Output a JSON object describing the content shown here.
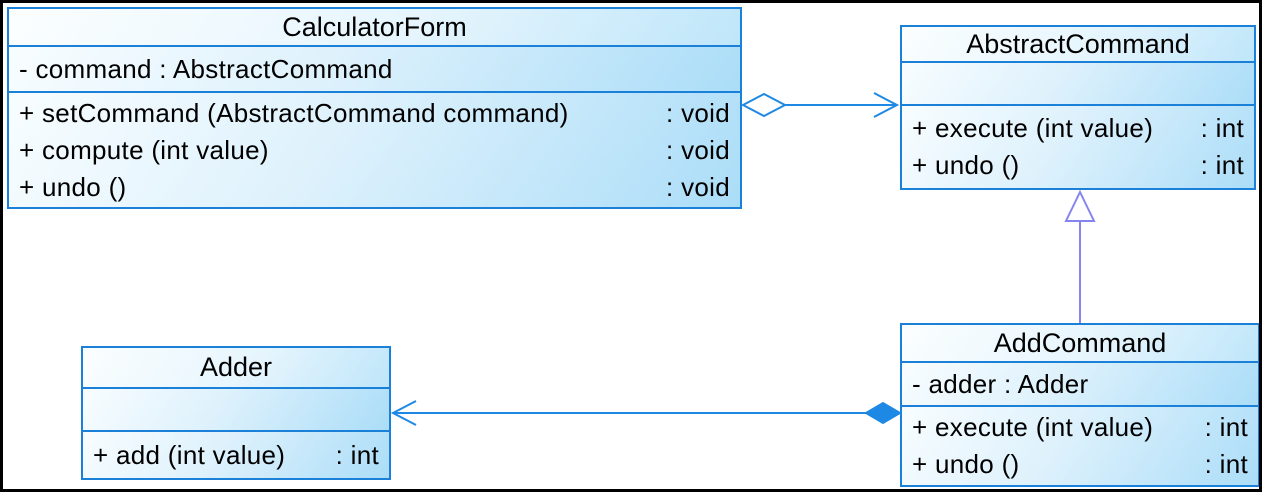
{
  "diagram": {
    "kind": "uml-class-diagram",
    "colors": {
      "box_border": "#1b80d8",
      "box_fill_light": "#f8fdff",
      "box_fill_dark": "#abddf8",
      "association_line": "#1e88e5",
      "generalization_line": "#8685f0",
      "frame": "#000000",
      "text": "#000000"
    }
  },
  "classes": {
    "calculator_form": {
      "name": "CalculatorForm",
      "attributes": [
        "- command : AbstractCommand"
      ],
      "methods": [
        {
          "signature": "+ setCommand (AbstractCommand command)",
          "return": ": void"
        },
        {
          "signature": "+ compute (int value)",
          "return": ": void"
        },
        {
          "signature": "+ undo ()",
          "return": ": void"
        }
      ]
    },
    "abstract_command": {
      "name": "AbstractCommand",
      "attributes": [],
      "methods": [
        {
          "signature": "+ execute (int value)",
          "return": ": int"
        },
        {
          "signature": "+ undo ()",
          "return": ": int"
        }
      ]
    },
    "add_command": {
      "name": "AddCommand",
      "attributes": [
        "- adder : Adder"
      ],
      "methods": [
        {
          "signature": "+ execute (int value)",
          "return": ": int"
        },
        {
          "signature": "+ undo ()",
          "return": ": int"
        }
      ]
    },
    "adder": {
      "name": "Adder",
      "attributes": [],
      "methods": [
        {
          "signature": "+ add (int value)",
          "return": ": int"
        }
      ]
    }
  },
  "relationships": [
    {
      "type": "aggregation",
      "from": "CalculatorForm",
      "to": "AbstractCommand",
      "marker_from": "hollow-diamond",
      "marker_to": "open-arrow"
    },
    {
      "type": "generalization",
      "from": "AddCommand",
      "to": "AbstractCommand",
      "marker_to": "hollow-triangle"
    },
    {
      "type": "composition",
      "from": "AddCommand",
      "to": "Adder",
      "marker_from": "filled-diamond",
      "marker_to": "open-arrow"
    }
  ]
}
